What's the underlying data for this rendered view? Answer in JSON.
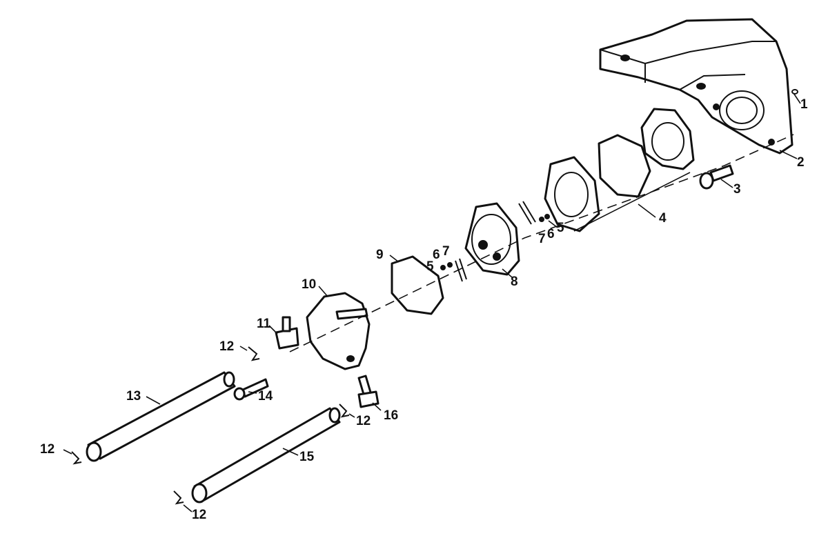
{
  "diagram": {
    "type": "exploded-parts-view",
    "colors": {
      "ink": "#111111",
      "paper": "#ffffff"
    },
    "callouts": [
      "1",
      "2",
      "3",
      "4",
      "5",
      "5",
      "6",
      "6",
      "7",
      "7",
      "8",
      "9",
      "10",
      "11",
      "12",
      "12",
      "12",
      "12",
      "13",
      "14",
      "15",
      "16"
    ]
  }
}
